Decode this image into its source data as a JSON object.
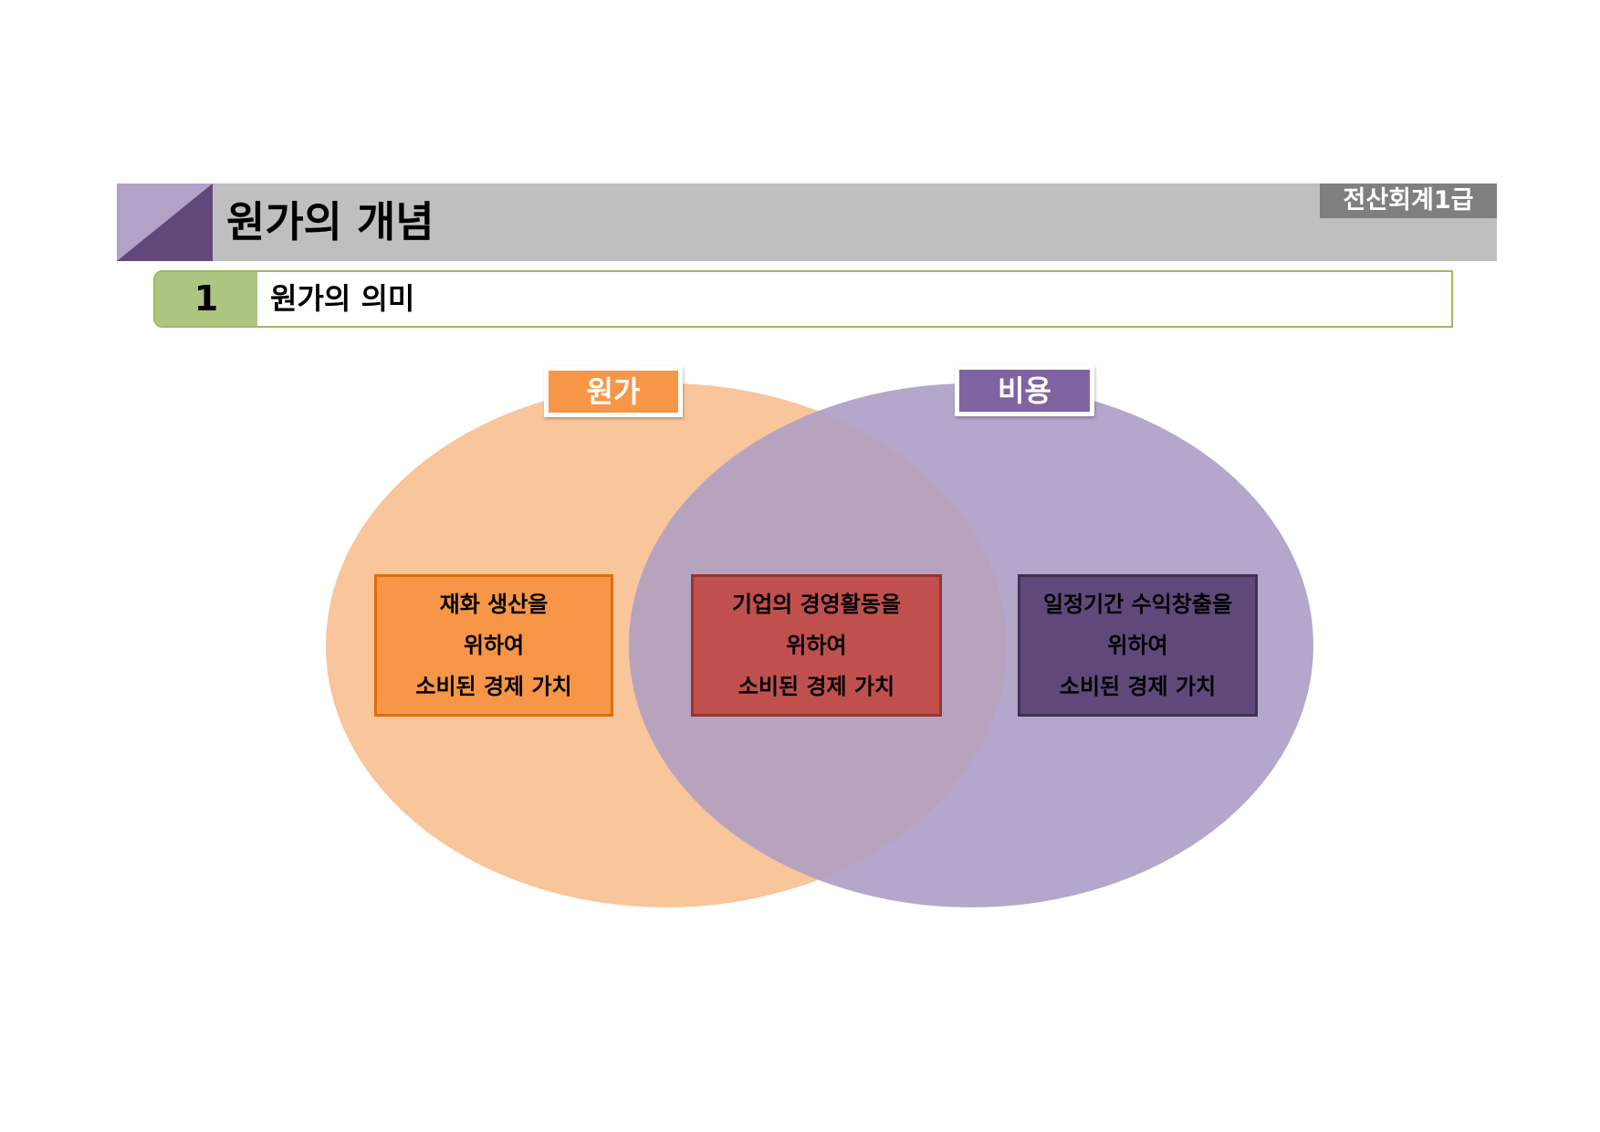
{
  "header": {
    "title": "원가의 개념",
    "badge": "전산회계1급"
  },
  "section": {
    "number": "1",
    "title": "원가의 의미"
  },
  "venn": {
    "left_label": "원가",
    "right_label": "비용",
    "boxes": [
      {
        "lines": [
          "재화 생산을",
          "위하여",
          "소비된 경제 가치"
        ]
      },
      {
        "lines": [
          "기업의 경영활동을",
          "위하여",
          "소비된 경제 가치"
        ]
      },
      {
        "lines": [
          "일정기간 수익창출을",
          "위하여",
          "소비된 경제 가치"
        ]
      }
    ]
  },
  "colors": {
    "header_bar": "#bfbfbf",
    "accent_purple_light": "#b3a2c7",
    "accent_purple_dark": "#5f497a",
    "badge": "#7f7f7f",
    "section_green": "#adc581",
    "section_border": "#9bbb59",
    "cost_orange": "#f79646",
    "cost_ellipse": "#f9c59b",
    "expense_purple": "#8064a2",
    "expense_ellipse": "#b5a6cb",
    "overlap": "#b8a3bf",
    "left_box_border": "#e36c09",
    "middle_box": "#c0504d",
    "middle_box_border": "#943634",
    "right_box_border": "#3f3151"
  }
}
